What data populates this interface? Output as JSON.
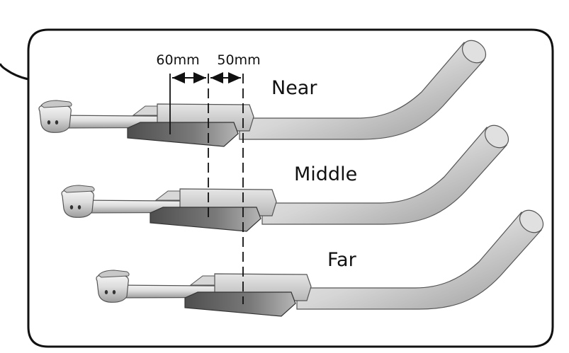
{
  "dimensions": {
    "spacing_1": "60mm",
    "spacing_2": "50mm"
  },
  "positions": [
    {
      "label": "Near"
    },
    {
      "label": "Middle"
    },
    {
      "label": "Far"
    }
  ],
  "colors": {
    "frame": "#111111",
    "tube_light": "#ececec",
    "tube_mid": "#c9c9c9",
    "tube_dark": "#8f8f8f",
    "pad_dark": "#5a5a5a",
    "pad_light": "#a8a8a8",
    "guide_line": "#111111"
  }
}
